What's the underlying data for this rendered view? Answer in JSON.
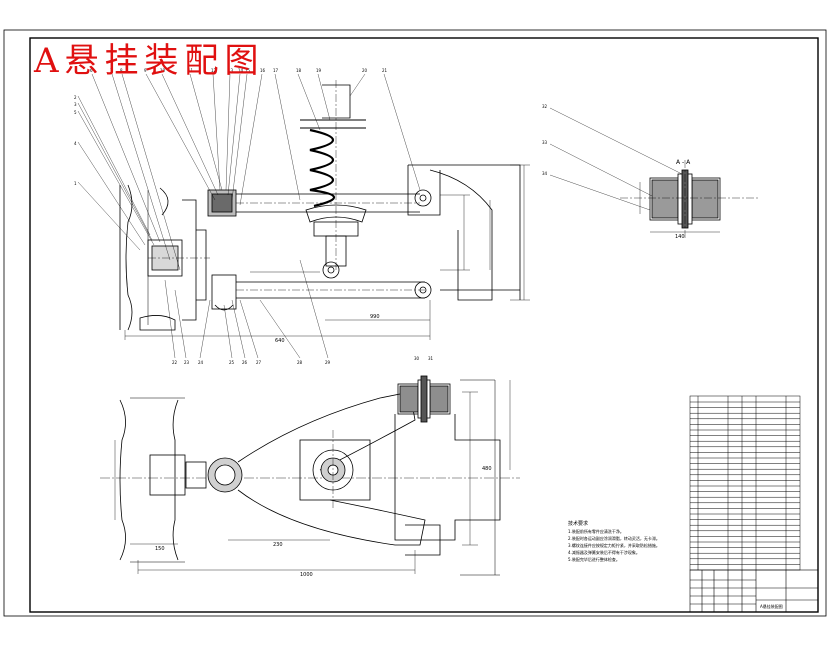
{
  "drawing": {
    "title": "A悬挂装配图",
    "section_label": "A - A",
    "dimensions": {
      "d_140": "140",
      "d_150": "150",
      "d_230": "230",
      "d_1000": "1000",
      "d_640": "640",
      "d_990": "990",
      "d_480": "480"
    },
    "notes_title": "技术要求",
    "notes": [
      "1.装配前所有零件应清洗干净。",
      "2.装配时各运动副应涂润滑脂，转动灵活，无卡滞。",
      "3.螺纹连接件应按规定力矩拧紧，并采取防松措施。",
      "4.减振器及弹簧安装后不得有干涉现象。",
      "5.装配完毕后进行整体检查。"
    ],
    "title_block": {
      "name": "A悬挂装配图"
    }
  }
}
